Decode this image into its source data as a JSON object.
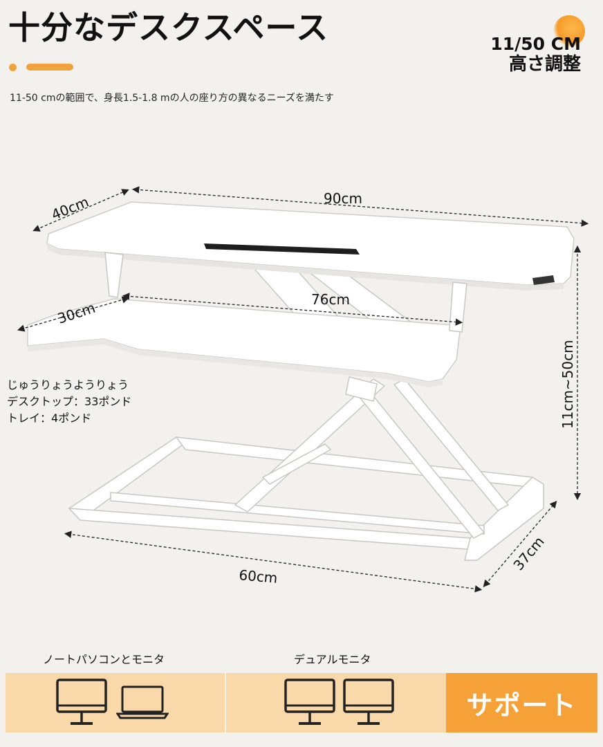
{
  "header": {
    "title": "十分なデスクスペース",
    "subtitle": "11-50 cmの範囲で、身長1.5-1.8 mの人の座り方の異なるニーズを満たす"
  },
  "badge": {
    "line1": "11/50 CM",
    "line2": "高さ調整"
  },
  "dimensions": {
    "top_depth": "40cm",
    "top_width": "90cm",
    "tray_depth": "30cm",
    "tray_width": "76cm",
    "height_range": "11cm~50cm",
    "base_width": "60cm",
    "base_depth": "37cm"
  },
  "capacity": {
    "heading": "じゅうりょうようりょう",
    "desktop_label": "デスクトップ",
    "desktop_value": "33ポンド",
    "tray_label": "トレイ",
    "tray_value": "4ポンド"
  },
  "support": {
    "laptop_monitor_label": "ノートパソコンとモニタ",
    "dual_monitor_label": "デュアルモニタ",
    "support_label": "サポート"
  },
  "colors": {
    "accent": "#f0a23c",
    "strip": "#f9d9aa",
    "support_box": "#f6a137"
  }
}
